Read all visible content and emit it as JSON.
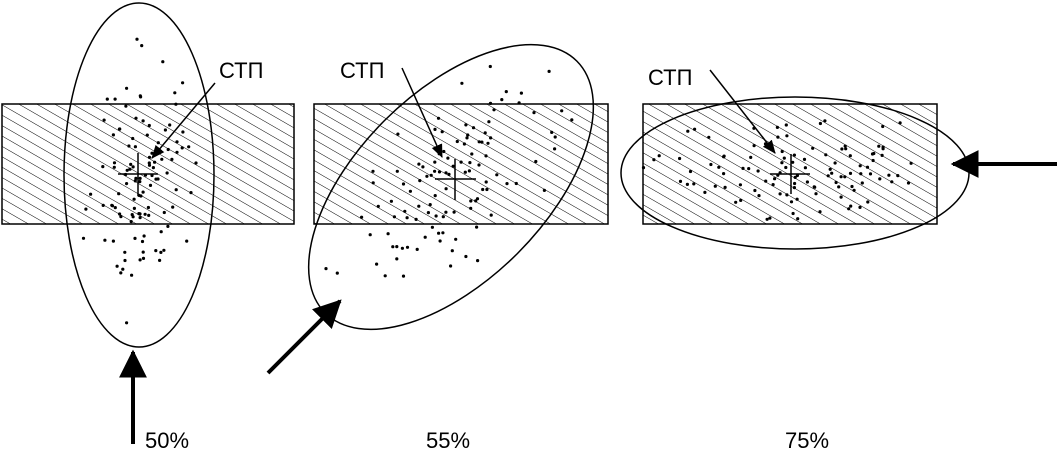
{
  "colors": {
    "ink": "#000000",
    "background": "#ffffff"
  },
  "panels": [
    {
      "id": "panel-1",
      "marker_label": "СТП",
      "percent_label": "50%"
    },
    {
      "id": "panel-2",
      "marker_label": "СТП",
      "percent_label": "55%"
    },
    {
      "id": "panel-3",
      "marker_label": "СТП",
      "percent_label": "75%"
    }
  ]
}
